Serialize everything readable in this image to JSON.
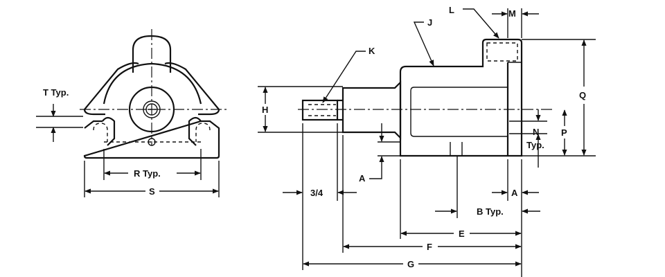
{
  "labels": {
    "t_typ": "T Typ.",
    "r_typ": "R Typ.",
    "s": "S",
    "h": "H",
    "k": "K",
    "j": "J",
    "l": "L",
    "m": "M",
    "q": "Q",
    "n": "N",
    "n_typ": "Typ.",
    "p": "P",
    "a_left": "A",
    "a_right": "A",
    "three_quarter": "3/4",
    "b_typ": "B Typ.",
    "e": "E",
    "f": "F",
    "g": "G"
  }
}
